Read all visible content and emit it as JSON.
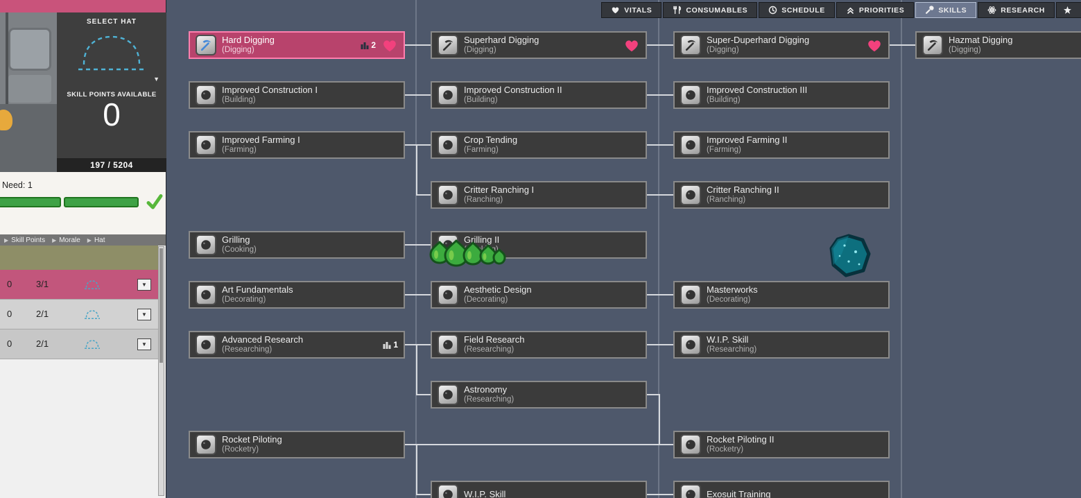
{
  "nav": {
    "tabs": [
      {
        "label": "VITALS",
        "icon": "heart",
        "selected": false
      },
      {
        "label": "CONSUMABLES",
        "icon": "consumables",
        "selected": false
      },
      {
        "label": "SCHEDULE",
        "icon": "clock",
        "selected": false
      },
      {
        "label": "PRIORITIES",
        "icon": "priorities",
        "selected": false
      },
      {
        "label": "SKILLS",
        "icon": "wrench",
        "selected": true
      },
      {
        "label": "RESEARCH",
        "icon": "research",
        "selected": false
      },
      {
        "label": "",
        "icon": "starmap",
        "selected": false,
        "partial": true
      }
    ]
  },
  "sidebar": {
    "select_hat_label": "SELECT HAT",
    "skill_points_label": "SKILL POINTS AVAILABLE",
    "skill_points_value": "0",
    "experience": "197 / 5204",
    "need_text": "Need: 1",
    "table": {
      "columns": [
        "Skill Points",
        "Morale",
        "Hat"
      ],
      "rows": [
        {
          "skill_points": "0",
          "morale": "3/1",
          "selected": true
        },
        {
          "skill_points": "0",
          "morale": "2/1",
          "selected": false
        },
        {
          "skill_points": "0",
          "morale": "2/1",
          "selected": false
        }
      ]
    }
  },
  "skill_tree": {
    "skills": [
      {
        "name": "Hard Digging",
        "category": "(Digging)",
        "col": 1,
        "row": 1,
        "selected": true,
        "mastery": "2",
        "favorite": true,
        "icon": "pickaxe-blue"
      },
      {
        "name": "Superhard Digging",
        "category": "(Digging)",
        "col": 2,
        "row": 1,
        "favorite": true,
        "icon": "pickaxe"
      },
      {
        "name": "Super-Duperhard Digging",
        "category": "(Digging)",
        "col": 3,
        "row": 1,
        "favorite": true,
        "icon": "pickaxe"
      },
      {
        "name": "Hazmat Digging",
        "category": "(Digging)",
        "col": 4,
        "row": 1,
        "icon": "pickaxe"
      },
      {
        "name": "Improved Construction I",
        "category": "(Building)",
        "col": 1,
        "row": 2,
        "icon": "rock"
      },
      {
        "name": "Improved Construction II",
        "category": "(Building)",
        "col": 2,
        "row": 2,
        "icon": "rock"
      },
      {
        "name": "Improved Construction III",
        "category": "(Building)",
        "col": 3,
        "row": 2,
        "icon": "rock"
      },
      {
        "name": "Improved Farming I",
        "category": "(Farming)",
        "col": 1,
        "row": 3,
        "icon": "rock"
      },
      {
        "name": "Crop Tending",
        "category": "(Farming)",
        "col": 2,
        "row": 3,
        "icon": "rock"
      },
      {
        "name": "Improved Farming II",
        "category": "(Farming)",
        "col": 3,
        "row": 3,
        "icon": "rock"
      },
      {
        "name": "Critter Ranching I",
        "category": "(Ranching)",
        "col": 2,
        "row": 4,
        "icon": "rock"
      },
      {
        "name": "Critter Ranching II",
        "category": "(Ranching)",
        "col": 3,
        "row": 4,
        "icon": "rock"
      },
      {
        "name": "Grilling",
        "category": "(Cooking)",
        "col": 1,
        "row": 5,
        "icon": "rock"
      },
      {
        "name": "Grilling II",
        "category": "(Cooking)",
        "col": 2,
        "row": 5,
        "icon": "rock"
      },
      {
        "name": "Art Fundamentals",
        "category": "(Decorating)",
        "col": 1,
        "row": 6,
        "icon": "rock"
      },
      {
        "name": "Aesthetic Design",
        "category": "(Decorating)",
        "col": 2,
        "row": 6,
        "icon": "rock"
      },
      {
        "name": "Masterworks",
        "category": "(Decorating)",
        "col": 3,
        "row": 6,
        "icon": "rock"
      },
      {
        "name": "Advanced Research",
        "category": "(Researching)",
        "col": 1,
        "row": 7,
        "mastery": "1",
        "icon": "rock"
      },
      {
        "name": "Field Research",
        "category": "(Researching)",
        "col": 2,
        "row": 7,
        "icon": "rock"
      },
      {
        "name": "W.I.P. Skill",
        "category": "(Researching)",
        "col": 3,
        "row": 7,
        "icon": "rock"
      },
      {
        "name": "Astronomy",
        "category": "(Researching)",
        "col": 2,
        "row": 8,
        "icon": "rock"
      },
      {
        "name": "Rocket Piloting",
        "category": "(Rocketry)",
        "col": 1,
        "row": 9,
        "icon": "rock"
      },
      {
        "name": "Rocket Piloting II",
        "category": "(Rocketry)",
        "col": 3,
        "row": 9,
        "icon": "rock"
      },
      {
        "name": "W.I.P. Skill",
        "category": "",
        "col": 2,
        "row": 10,
        "icon": "rock"
      },
      {
        "name": "Exosuit Training",
        "category": "",
        "col": 3,
        "row": 10,
        "icon": "rock"
      }
    ],
    "connections": [
      [
        0,
        1
      ],
      [
        1,
        2
      ],
      [
        2,
        3
      ],
      [
        4,
        5
      ],
      [
        5,
        6
      ],
      [
        7,
        8
      ],
      [
        8,
        9
      ],
      [
        7,
        10
      ],
      [
        10,
        11
      ],
      [
        12,
        13
      ],
      [
        14,
        15
      ],
      [
        15,
        16
      ],
      [
        17,
        18
      ],
      [
        18,
        19
      ],
      [
        17,
        20
      ],
      [
        20,
        22
      ],
      [
        21,
        22
      ],
      [
        21,
        23
      ],
      [
        23,
        24
      ]
    ]
  },
  "overlay_items": [
    {
      "name": "green-seed-cluster-sprite"
    },
    {
      "name": "teal-gem-sprite"
    }
  ],
  "colors": {
    "accent_pink": "#f2417d",
    "selected_skill_bg": "#b8436c",
    "background": "#4e586b",
    "green_bar": "#3fa246"
  }
}
